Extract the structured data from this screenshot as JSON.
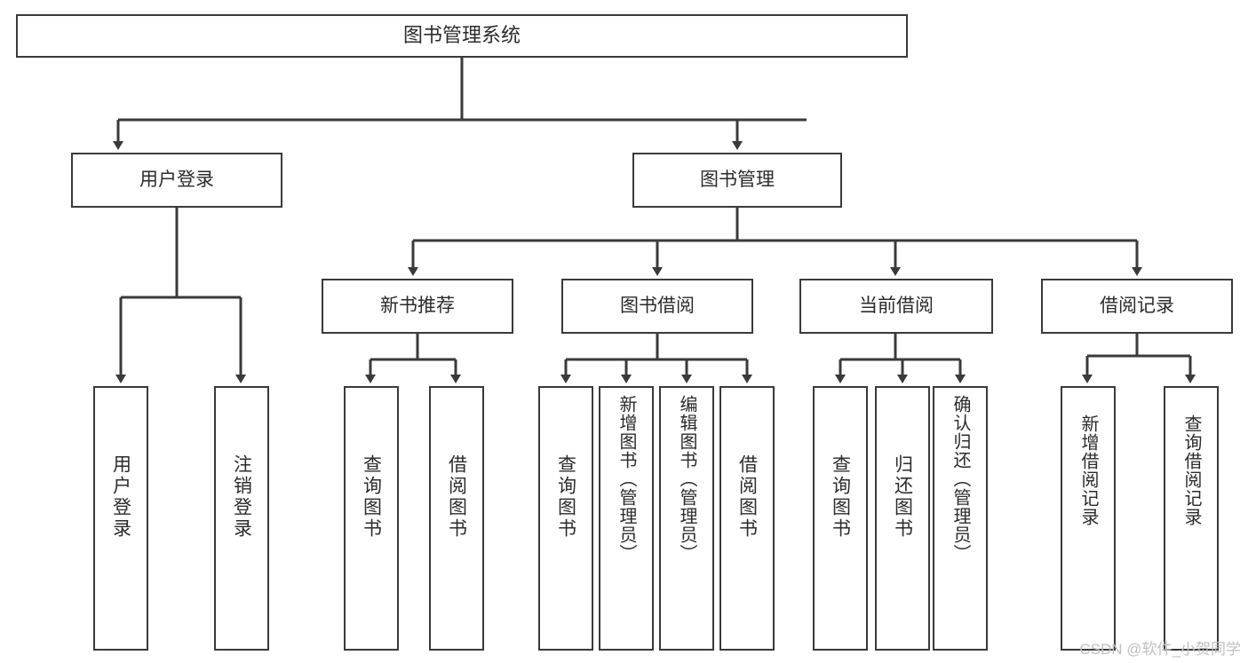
{
  "diagram": {
    "type": "tree-hierarchy",
    "title": "图书管理系统",
    "orientation": "top-down",
    "colors": {
      "box_border": "#3a3a3a",
      "box_fill": "#ffffff",
      "text": "#2b2b2b",
      "connector": "#3a3a3a",
      "background": "#ffffff",
      "watermark": "#bfbfbf"
    }
  },
  "nodes": {
    "root": {
      "label": "图书管理系统"
    },
    "level2": [
      {
        "id": "user-login",
        "label": "用户登录"
      },
      {
        "id": "book-management",
        "label": "图书管理"
      }
    ],
    "level3": [
      {
        "id": "new-book-recommend",
        "label": "新书推荐"
      },
      {
        "id": "book-borrow",
        "label": "图书借阅"
      },
      {
        "id": "current-borrow",
        "label": "当前借阅"
      },
      {
        "id": "borrow-record",
        "label": "借阅记录"
      }
    ],
    "leaves": {
      "user-login": [
        {
          "id": "leaf-user-login",
          "label": "用户登录"
        },
        {
          "id": "leaf-logout",
          "label": "注销登录"
        }
      ],
      "new-book-recommend": [
        {
          "id": "leaf-query-book-1",
          "label": "查询图书"
        },
        {
          "id": "leaf-borrow-book-1",
          "label": "借阅图书"
        }
      ],
      "book-borrow": [
        {
          "id": "leaf-query-book-2",
          "label": "查询图书"
        },
        {
          "id": "leaf-add-book",
          "label": "新增图书（管理员）"
        },
        {
          "id": "leaf-edit-book",
          "label": "编辑图书（管理员）"
        },
        {
          "id": "leaf-borrow-book-2",
          "label": "借阅图书"
        }
      ],
      "current-borrow": [
        {
          "id": "leaf-query-book-3",
          "label": "查询图书"
        },
        {
          "id": "leaf-return-book",
          "label": "归还图书"
        },
        {
          "id": "leaf-confirm-return",
          "label": "确认归还（管理员）"
        }
      ],
      "borrow-record": [
        {
          "id": "leaf-add-record",
          "label": "新增借阅记录"
        },
        {
          "id": "leaf-query-record",
          "label": "查询借阅记录"
        }
      ]
    }
  },
  "watermark": {
    "text": "CSDN @软件_小贺同学"
  }
}
